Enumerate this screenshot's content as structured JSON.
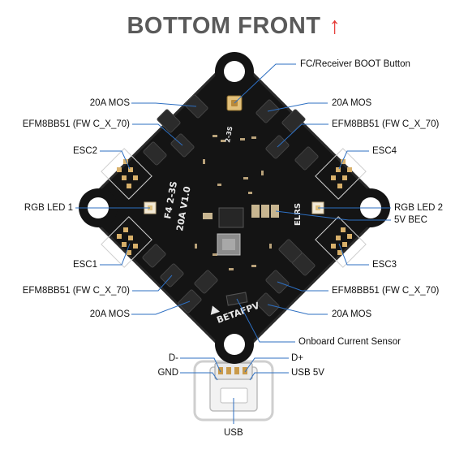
{
  "header": {
    "title": "BOTTOM FRONT",
    "arrow": "↑"
  },
  "board": {
    "brand": "BETAFPV",
    "silk_left": "F4 2-3S",
    "silk_left2": "20A V1.0",
    "silk_elrs": "ELRS",
    "silk_top": "2-3S"
  },
  "labels": {
    "fc_boot": "FC/Receiver BOOT Button",
    "mos_tl": "20A MOS",
    "mos_tr": "20A MOS",
    "efm_tl": "EFM8BB51 (FW  C_X_70)",
    "efm_tr": "EFM8BB51 (FW  C_X_70)",
    "esc2": "ESC2",
    "esc4": "ESC4",
    "rgb1": "RGB LED 1",
    "rgb2": "RGB LED 2",
    "bec": "5V BEC",
    "esc1": "ESC1",
    "esc3": "ESC3",
    "efm_bl": "EFM8BB51 (FW  C_X_70)",
    "efm_br": "EFM8BB51 (FW  C_X_70)",
    "mos_bl": "20A MOS",
    "mos_br": "20A MOS",
    "current": "Onboard Current Sensor",
    "dminus": "D-",
    "dplus": "D+",
    "gnd": "GND",
    "usb5v": "USB 5V",
    "usb": "USB"
  },
  "colors": {
    "title": "#5a5a5a",
    "arrow": "#e53935",
    "pcb": "#141414",
    "leader": "#2d6fc2",
    "pad": "#d8b06a",
    "outline": "#cfcfcf"
  }
}
